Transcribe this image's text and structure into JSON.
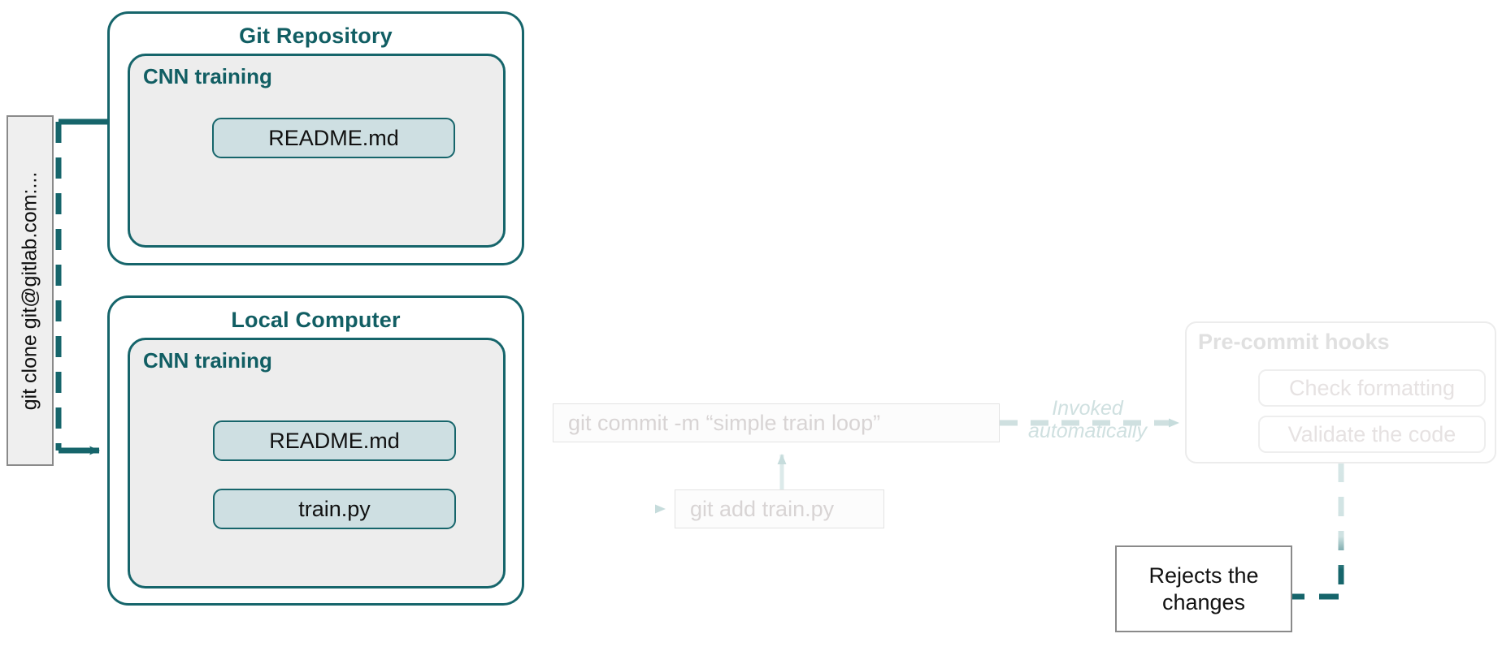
{
  "diagram": {
    "title": "Git pre-commit hooks workflow",
    "colors": {
      "teal": "#16656b",
      "teal_text": "#115e63",
      "chip_fill": "#cedfe2",
      "group_fill": "#ededed",
      "faded_grey": "#d8d4d4",
      "faded_teal": "#cfe0e0",
      "reject_border": "#8a8a8a"
    },
    "clone_command": {
      "label": "git clone git@gitlab.com:...",
      "orientation": "vertical-rotated-90-ccw"
    },
    "repository": {
      "title": "Git Repository",
      "group": {
        "title": "CNN training",
        "files": [
          {
            "name": "README.md"
          }
        ]
      }
    },
    "local": {
      "title": "Local Computer",
      "group": {
        "title": "CNN training",
        "files": [
          {
            "name": "README.md"
          },
          {
            "name": "train.py"
          }
        ]
      }
    },
    "commands": {
      "add": "git add train.py",
      "commit": "git commit -m  “simple train loop”"
    },
    "annotations": {
      "invoked_line1": "Invoked",
      "invoked_line2": "automatically"
    },
    "hooks": {
      "title": "Pre-commit hooks",
      "items": [
        {
          "label": "Check formatting"
        },
        {
          "label": "Validate the code"
        }
      ]
    },
    "result": {
      "line1": "Rejects the",
      "line2": "changes"
    }
  }
}
